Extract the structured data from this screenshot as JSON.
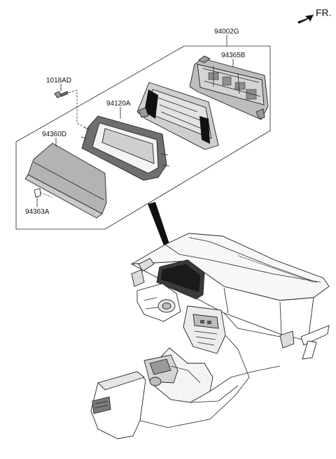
{
  "direction": {
    "label": "FR.",
    "icon": "front-arrow-icon"
  },
  "parts": [
    {
      "id": "assembly",
      "number": "94002G"
    },
    {
      "id": "rear-case",
      "number": "94365B"
    },
    {
      "id": "screw",
      "number": "1018AD"
    },
    {
      "id": "bezel",
      "number": "94120A"
    },
    {
      "id": "cover-glass",
      "number": "94360D"
    },
    {
      "id": "clip",
      "number": "94363A"
    }
  ]
}
